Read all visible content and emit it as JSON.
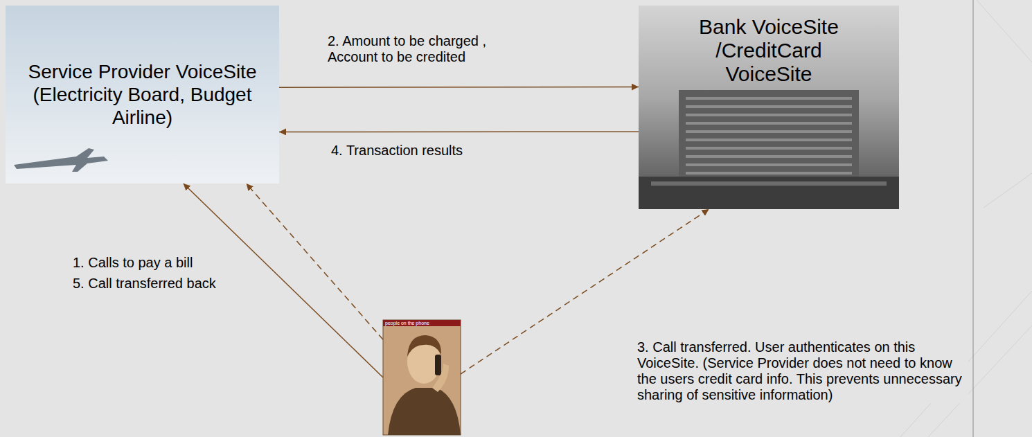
{
  "diagram": {
    "nodes": [
      {
        "text": [
          "Service Provider VoiceSite (Electricity Board, Budget Airline)"
        ]
      },
      {
        "text": [
          "Bank VoiceSite /CreditCard VoiceSite"
        ]
      },
      {
        "text": [
          "people on the phone"
        ]
      }
    ],
    "edges": [
      {
        "from": 2,
        "to": 0,
        "arrow": "to",
        "label": "1. Calls to pay a bill"
      },
      {
        "from": 0,
        "to": 1,
        "arrow": "to",
        "label": "2. Amount to be charged , Account to be credited"
      },
      {
        "from": 2,
        "to": 1,
        "arrow": "to",
        "label": "3. Call transferred. User authenticates on this VoiceSite. (Service Provider does not need to know the users credit card info. This prevents unnecessary sharing of sensitive information)"
      },
      {
        "from": 1,
        "to": 0,
        "arrow": "to",
        "label": "4. Transaction results"
      },
      {
        "from": 2,
        "to": 0,
        "arrow": "to",
        "label": "5. Call transferred back"
      }
    ]
  }
}
